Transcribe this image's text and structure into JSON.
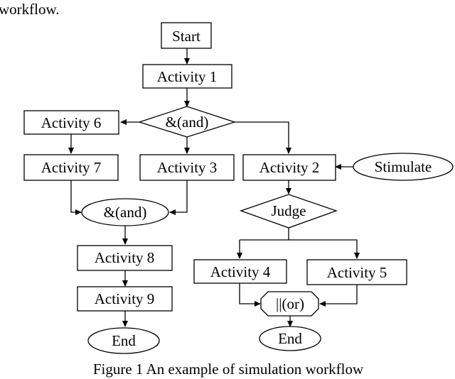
{
  "header_text": "workflow.",
  "caption": "Figure 1 An example of simulation workflow",
  "nodes": {
    "start": "Start",
    "activity1": "Activity 1",
    "and_split": "&(and)",
    "activity6": "Activity 6",
    "activity7": "Activity 7",
    "activity3": "Activity 3",
    "activity2": "Activity 2",
    "stimulate": "Stimulate",
    "and_join": "&(and)",
    "judge": "Judge",
    "activity8": "Activity 8",
    "activity9": "Activity 9",
    "end_left": "End",
    "activity4": "Activity 4",
    "activity5": "Activity 5",
    "or_join": "||(or)",
    "end_right": "End"
  }
}
